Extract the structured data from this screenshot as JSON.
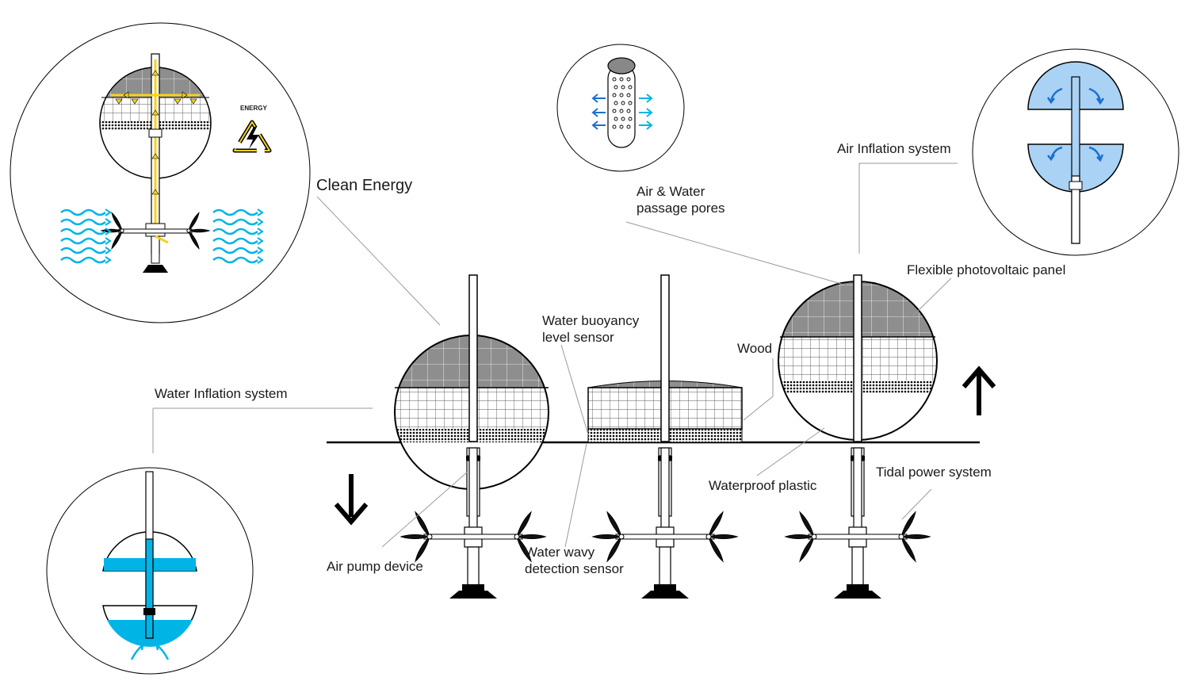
{
  "labels": {
    "clean_energy": "Clean Energy",
    "energy_badge": "ENERGY",
    "air_water_pores_line1": "Air & Water",
    "air_water_pores_line2": "passage pores",
    "air_inflation": "Air Inflation system",
    "flexible_pv": "Flexible photovoltaic panel",
    "water_buoyancy_line1": "Water buoyancy",
    "water_buoyancy_line2": "level sensor",
    "wood": "Wood",
    "water_inflation": "Water Inflation system",
    "waterproof_plastic": "Waterproof plastic",
    "tidal_power": "Tidal power system",
    "air_pump": "Air pump device",
    "water_wavy_line1": "Water wavy",
    "water_wavy_line2": "detection sensor"
  },
  "colors": {
    "panel_gray": "#8e8e8e",
    "water_cyan": "#00b4e6",
    "air_blue": "#a9d2f5",
    "arrow_blue": "#1c6fd1",
    "energy_yellow": "#f5d21c"
  }
}
